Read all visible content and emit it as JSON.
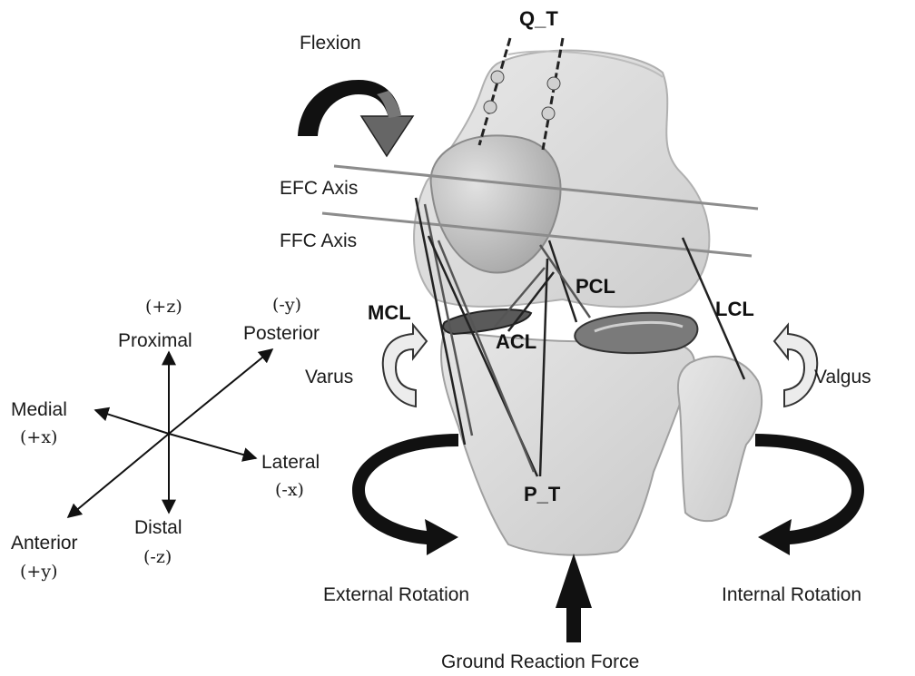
{
  "labels": {
    "flexion": "Flexion",
    "q_t": "Q_T",
    "efc_axis": "EFC Axis",
    "ffc_axis": "FFC Axis",
    "pcl": "PCL",
    "mcl": "MCL",
    "acl": "ACL",
    "lcl": "LCL",
    "varus": "Varus",
    "valgus": "Valgus",
    "p_t": "P_T",
    "external_rotation": "External Rotation",
    "internal_rotation": "Internal Rotation",
    "ground_reaction_force": "Ground Reaction Force"
  },
  "axes": {
    "proximal": {
      "name": "Proximal",
      "sign": "(+z)"
    },
    "posterior": {
      "name": "Posterior",
      "sign": "(-y)"
    },
    "medial": {
      "name": "Medial",
      "sign": "(+x)"
    },
    "lateral": {
      "name": "Lateral",
      "sign": "(-x)"
    },
    "anterior": {
      "name": "Anterior",
      "sign": "(+y)"
    },
    "distal": {
      "name": "Distal",
      "sign": "(-z)"
    }
  },
  "colors": {
    "bone_fill": "#d9d9d9",
    "bone_stroke": "#9a9a9a",
    "arrow": "#111111",
    "flexion_arrow_head": "#666666",
    "axis_line": "#8c8c8c",
    "light_arrow": "#e8e8e8"
  }
}
